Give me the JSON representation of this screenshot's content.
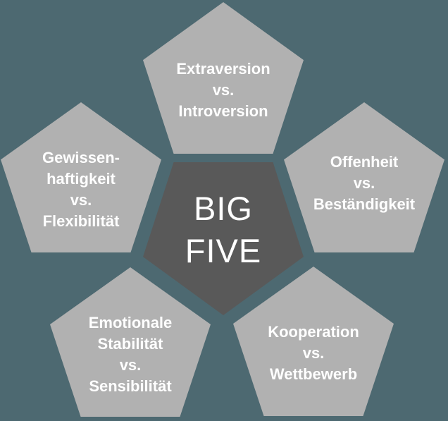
{
  "diagram": {
    "title": "BIG FIVE",
    "center": {
      "lines": [
        "BIG",
        "FIVE"
      ]
    },
    "traits": [
      {
        "name": "extraversion-vs-introversion",
        "lines": [
          "Extraversion",
          "vs.",
          "Introversion"
        ]
      },
      {
        "name": "offenheit-vs-bestaendigkeit",
        "lines": [
          "Offenheit",
          "vs.",
          "Beständigkeit"
        ]
      },
      {
        "name": "kooperation-vs-wettbewerb",
        "lines": [
          "Kooperation",
          "vs.",
          "Wettbewerb"
        ]
      },
      {
        "name": "emotionale-stabilitaet-vs-sensibilitaet",
        "lines": [
          "Emotionale",
          "Stabilität",
          "vs.",
          "Sensibilität"
        ]
      },
      {
        "name": "gewissenhaftigkeit-vs-flexibilitaet",
        "lines": [
          "Gewissen-",
          "haftigkeit",
          "vs.",
          "Flexibilität"
        ]
      }
    ],
    "colors": {
      "background": "#4D6971",
      "trait_pentagon": "#B1B1B1",
      "center_pentagon": "#595959",
      "text": "#FFFFFF"
    }
  }
}
